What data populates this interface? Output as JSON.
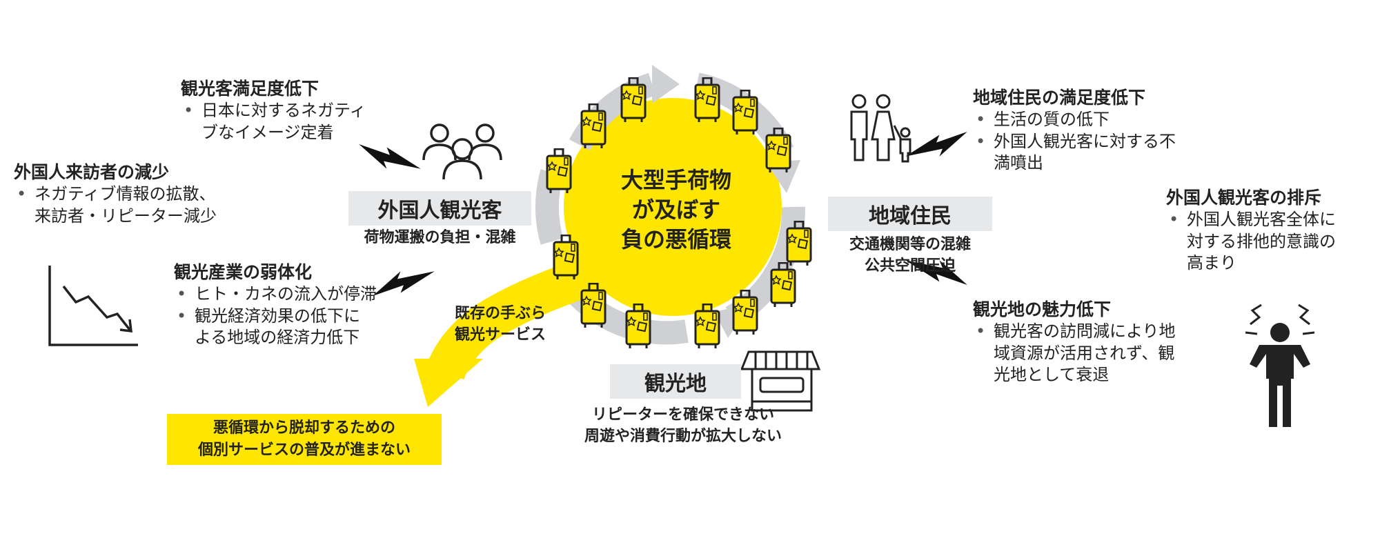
{
  "colors": {
    "accent": "#ffe600",
    "arrow": "#cfd0d4",
    "box": "#e7e8ea",
    "icon": "#222222"
  },
  "center": {
    "line1": "大型手荷物",
    "line2": "が及ぼす",
    "line3": "負の悪循環"
  },
  "nodes": {
    "tourists": {
      "label": "外国人観光客",
      "sub": "荷物運搬の負担・混雑"
    },
    "residents": {
      "label": "地域住民",
      "sub1": "交通機関等の混雑",
      "sub2": "公共空間圧迫"
    },
    "sightseeing": {
      "label": "観光地",
      "sub1": "リピーターを確保できない",
      "sub2": "周遊や消費行動が拡大しない"
    }
  },
  "effects": {
    "satisfaction": {
      "title": "観光客満足度低下",
      "items": [
        "日本に対するネガティ",
        "ブなイメージ定着"
      ]
    },
    "visitors": {
      "title": "外国人来訪者の減少",
      "items": [
        "ネガティブ情報の拡散、",
        "来訪者・リピーター減少"
      ]
    },
    "industry": {
      "title": "観光産業の弱体化",
      "items": [
        "ヒト・カネの流入が停滞",
        "観光経済効果の低下に",
        "よる地域の経済力低下"
      ]
    },
    "resident_satisfaction": {
      "title": "地域住民の満足度低下",
      "items": [
        "生活の質の低下",
        "外国人観光客に対する不",
        "満噴出"
      ]
    },
    "exclusion": {
      "title": "外国人観光客の排斥",
      "items": [
        "外国人観光客全体に",
        "対する排他的意識の",
        "高まり"
      ]
    },
    "attraction": {
      "title": "観光地の魅力低下",
      "items": [
        "観光客の訪問減により地",
        "域資源が活用されず、観",
        "光地として衰退"
      ]
    }
  },
  "existing_service": {
    "line1": "既存の手ぶら",
    "line2": "観光サービス"
  },
  "conclusion": {
    "line1": "悪循環から脱却するための",
    "line2": "個別サービスの普及が進まない"
  },
  "icons": [
    "people-group-icon",
    "family-icon",
    "decline-chart-icon",
    "angry-person-icon",
    "shop-icon",
    "suitcase-icon",
    "lightning-icon"
  ]
}
